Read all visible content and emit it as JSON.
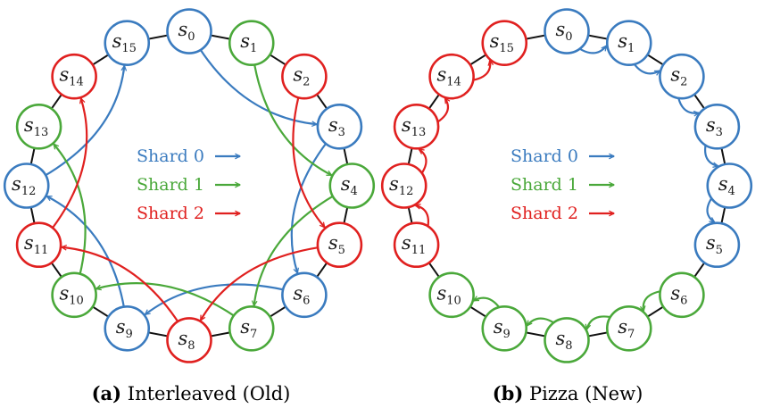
{
  "colors": {
    "shard0": "#3a7bbf",
    "shard1": "#4aa83a",
    "shard2": "#e0201f"
  },
  "node_prefix": "s",
  "legend": [
    {
      "label": "Shard 0",
      "color": "#3a7bbf"
    },
    {
      "label": "Shard 1",
      "color": "#4aa83a"
    },
    {
      "label": "Shard 2",
      "color": "#e0201f"
    }
  ],
  "panels": [
    {
      "id": "interleaved",
      "caption_tag": "(a)",
      "caption_text": " Interleaved (Old)",
      "nodes": [
        {
          "i": 0,
          "shard": 0
        },
        {
          "i": 1,
          "shard": 1
        },
        {
          "i": 2,
          "shard": 2
        },
        {
          "i": 3,
          "shard": 0
        },
        {
          "i": 4,
          "shard": 1
        },
        {
          "i": 5,
          "shard": 2
        },
        {
          "i": 6,
          "shard": 0
        },
        {
          "i": 7,
          "shard": 1
        },
        {
          "i": 8,
          "shard": 2
        },
        {
          "i": 9,
          "shard": 0
        },
        {
          "i": 10,
          "shard": 1
        },
        {
          "i": 11,
          "shard": 2
        },
        {
          "i": 12,
          "shard": 0
        },
        {
          "i": 13,
          "shard": 1
        },
        {
          "i": 14,
          "shard": 2
        },
        {
          "i": 15,
          "shard": 0
        }
      ],
      "edges": [
        {
          "from": 0,
          "to": 3,
          "shard": 0
        },
        {
          "from": 3,
          "to": 6,
          "shard": 0
        },
        {
          "from": 6,
          "to": 9,
          "shard": 0
        },
        {
          "from": 9,
          "to": 12,
          "shard": 0
        },
        {
          "from": 12,
          "to": 15,
          "shard": 0
        },
        {
          "from": 1,
          "to": 4,
          "shard": 1
        },
        {
          "from": 4,
          "to": 7,
          "shard": 1
        },
        {
          "from": 7,
          "to": 10,
          "shard": 1
        },
        {
          "from": 10,
          "to": 13,
          "shard": 1
        },
        {
          "from": 2,
          "to": 5,
          "shard": 2
        },
        {
          "from": 5,
          "to": 8,
          "shard": 2
        },
        {
          "from": 8,
          "to": 11,
          "shard": 2
        },
        {
          "from": 11,
          "to": 14,
          "shard": 2
        }
      ]
    },
    {
      "id": "pizza",
      "caption_tag": "(b)",
      "caption_text": " Pizza (New)",
      "nodes": [
        {
          "i": 0,
          "shard": 0
        },
        {
          "i": 1,
          "shard": 0
        },
        {
          "i": 2,
          "shard": 0
        },
        {
          "i": 3,
          "shard": 0
        },
        {
          "i": 4,
          "shard": 0
        },
        {
          "i": 5,
          "shard": 0
        },
        {
          "i": 6,
          "shard": 1
        },
        {
          "i": 7,
          "shard": 1
        },
        {
          "i": 8,
          "shard": 1
        },
        {
          "i": 9,
          "shard": 1
        },
        {
          "i": 10,
          "shard": 1
        },
        {
          "i": 11,
          "shard": 2
        },
        {
          "i": 12,
          "shard": 2
        },
        {
          "i": 13,
          "shard": 2
        },
        {
          "i": 14,
          "shard": 2
        },
        {
          "i": 15,
          "shard": 2
        }
      ],
      "edges": [
        {
          "from": 0,
          "to": 1,
          "shard": 0
        },
        {
          "from": 1,
          "to": 2,
          "shard": 0
        },
        {
          "from": 2,
          "to": 3,
          "shard": 0
        },
        {
          "from": 3,
          "to": 4,
          "shard": 0
        },
        {
          "from": 4,
          "to": 5,
          "shard": 0
        },
        {
          "from": 6,
          "to": 7,
          "shard": 1
        },
        {
          "from": 7,
          "to": 8,
          "shard": 1
        },
        {
          "from": 8,
          "to": 9,
          "shard": 1
        },
        {
          "from": 9,
          "to": 10,
          "shard": 1
        },
        {
          "from": 11,
          "to": 12,
          "shard": 2
        },
        {
          "from": 12,
          "to": 13,
          "shard": 2
        },
        {
          "from": 13,
          "to": 14,
          "shard": 2
        },
        {
          "from": 14,
          "to": 15,
          "shard": 2
        }
      ]
    }
  ]
}
